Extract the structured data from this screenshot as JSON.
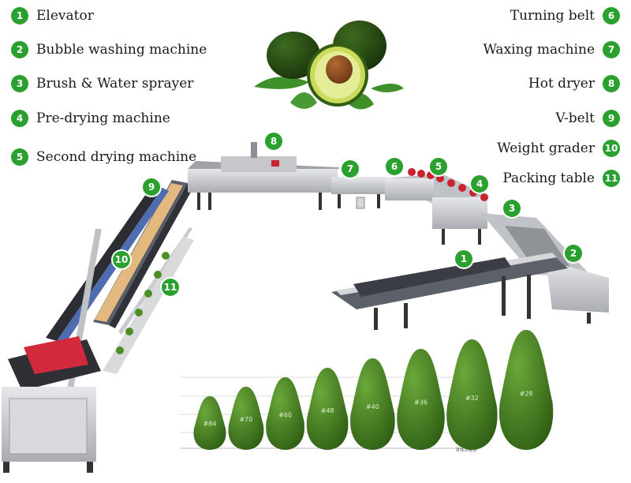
{
  "legend_left": [
    {
      "num": "1",
      "label": "Elevator"
    },
    {
      "num": "2",
      "label": "Bubble washing machine"
    },
    {
      "num": "3",
      "label": "Brush & Water sprayer"
    },
    {
      "num": "4",
      "label": "Pre-drying machine"
    },
    {
      "num": "5",
      "label": "Second drying machine"
    }
  ],
  "legend_right": [
    {
      "num": "6",
      "label": "Turning belt"
    },
    {
      "num": "7",
      "label": "Waxing machine"
    },
    {
      "num": "8",
      "label": "Hot dryer"
    },
    {
      "num": "9",
      "label": "V-belt"
    },
    {
      "num": "10",
      "label": "Weight grader"
    },
    {
      "num": "11",
      "label": "Packing table"
    }
  ],
  "callouts": [
    "1",
    "2",
    "3",
    "4",
    "5",
    "6",
    "7",
    "8",
    "9",
    "10",
    "11"
  ],
  "size_chart": {
    "sizes": [
      "#84",
      "#70",
      "#60",
      "#48",
      "#40",
      "#36",
      "#32",
      "#28"
    ],
    "ticks": [
      "1",
      "2",
      "3",
      "4"
    ],
    "unit": "inches"
  },
  "colors": {
    "badge": "#2aa12e",
    "avocado": "#4d8f24",
    "machine": "#c9cbcf",
    "grader_head": "#d22a3c"
  }
}
